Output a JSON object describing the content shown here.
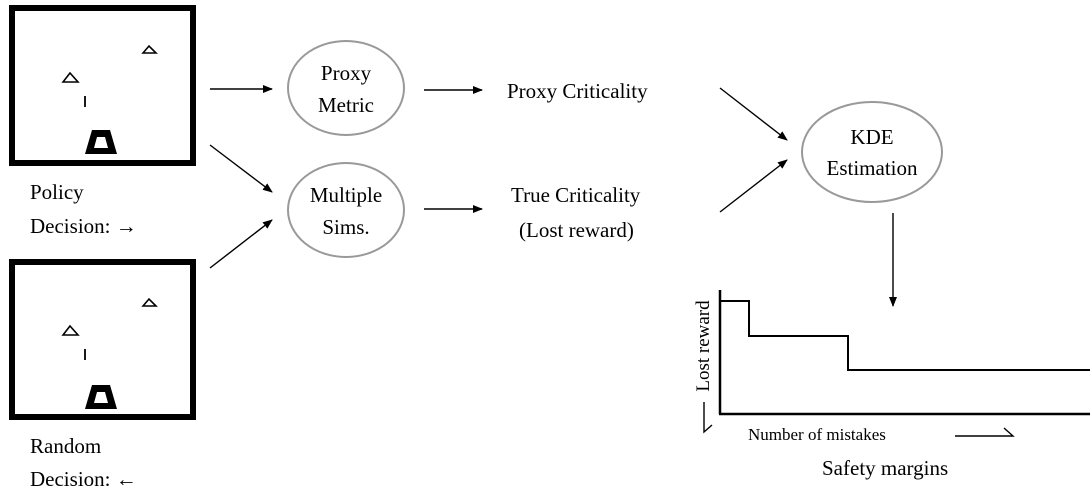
{
  "screens": {
    "policy": {
      "caption_line1": "Policy",
      "caption_line2": "Decision: →"
    },
    "random": {
      "caption_line1": "Random",
      "caption_line2": "Decision: ←"
    }
  },
  "nodes": {
    "proxy_metric": {
      "line1": "Proxy",
      "line2": "Metric"
    },
    "multiple_sims": {
      "line1": "Multiple",
      "line2": "Sims."
    },
    "kde_estimation": {
      "line1": "KDE",
      "line2": "Estimation"
    }
  },
  "outputs": {
    "proxy_criticality": "Proxy Criticality",
    "true_criticality_line1": "True Criticality",
    "true_criticality_line2": "(Lost reward)"
  },
  "plot": {
    "ylabel": "Lost reward",
    "xlabel": "Number of mistakes",
    "caption": "Safety margins"
  },
  "colors": {
    "ellipse_stroke": "#999999",
    "line": "#000000"
  }
}
